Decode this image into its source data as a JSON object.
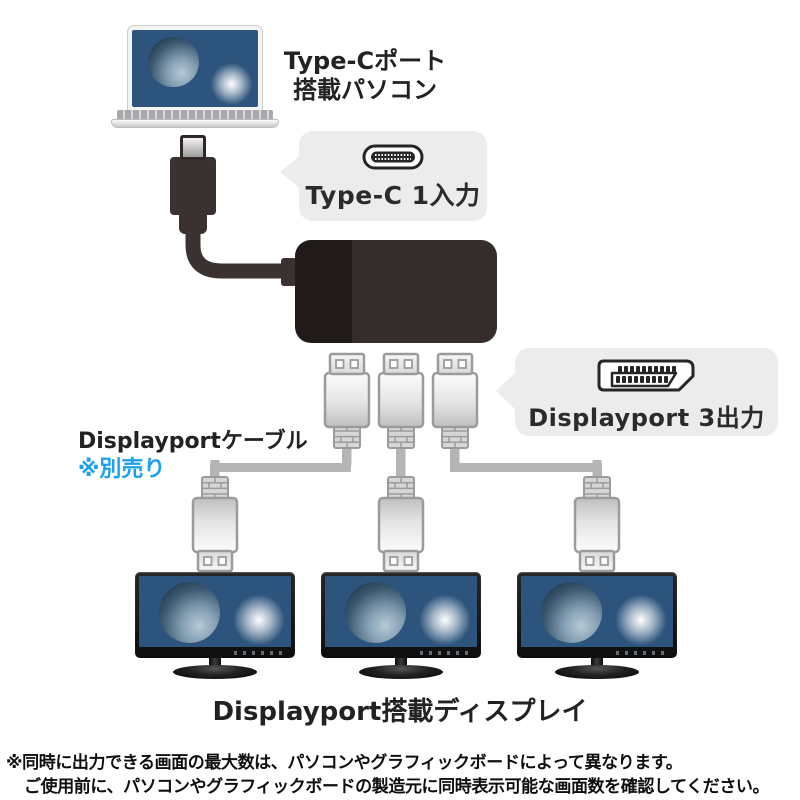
{
  "diagram_title": "USB Type-C to 3x DisplayPort MST adapter connection diagram",
  "labels": {
    "laptop": {
      "line1": "Type-Cポート",
      "line2": "搭載パソコン"
    },
    "cable": {
      "title": "Displayportケーブル",
      "note": "※別売り"
    },
    "display": "Displayport搭載ディスプレイ",
    "footnote": {
      "line1": "※同時に出力できる画面の最大数は、パソコンやグラフィックボードによって異なります。",
      "line2": "ご使用前に、パソコンやグラフィックボードの製造元に同時表示可能な画面数を確認してください。"
    }
  },
  "callouts": {
    "typec": {
      "label": "Type-C 1入力",
      "icon": "usb-type-c-port-icon"
    },
    "displayport": {
      "label": "Displayport 3出力",
      "icon": "displayport-port-icon"
    }
  },
  "colors": {
    "note_blue": "#1b9ff0",
    "callout_bg": "#ececec",
    "adapter_dark": "#201a19",
    "adapter_light": "#352d2c",
    "plug_dark": "#3a3231",
    "cable_gray": "#b5b5b5",
    "text_black": "#222222"
  }
}
